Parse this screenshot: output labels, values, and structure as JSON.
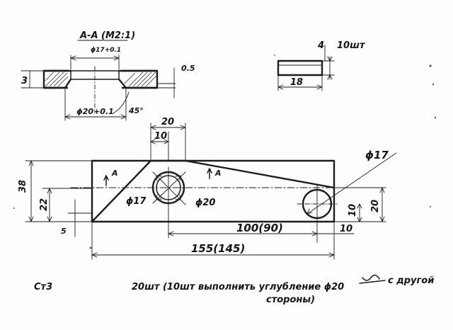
{
  "section": {
    "title": "A-A (M2:1)",
    "dim_top": "ϕ17+0.1",
    "dim_bottom": "ϕ20+0.1",
    "angle": "45°",
    "depth": "3",
    "chamfer": "0.5"
  },
  "small_part": {
    "thickness": "4",
    "qty": "10шт",
    "width": "18"
  },
  "main_part": {
    "dim_boss_width": "20",
    "dim_boss_inner": "10",
    "height_total": "38",
    "height_a": "22",
    "height_b": "5",
    "hole_left_small": "ϕ17",
    "hole_left_large": "ϕ20",
    "hole_right": "ϕ17",
    "section_mark_left": "A",
    "section_mark_right": "A",
    "dim_right_10": "10",
    "dim_right_20": "20",
    "dim_bottom_10": "10",
    "dim_100": "100(90)",
    "dim_155": "155(145)"
  },
  "notes": {
    "material": "Ст3",
    "line1": "20шт (10шт выполнить  углубление ϕ20",
    "line1_end": "с другой",
    "line2": "стороны)"
  }
}
